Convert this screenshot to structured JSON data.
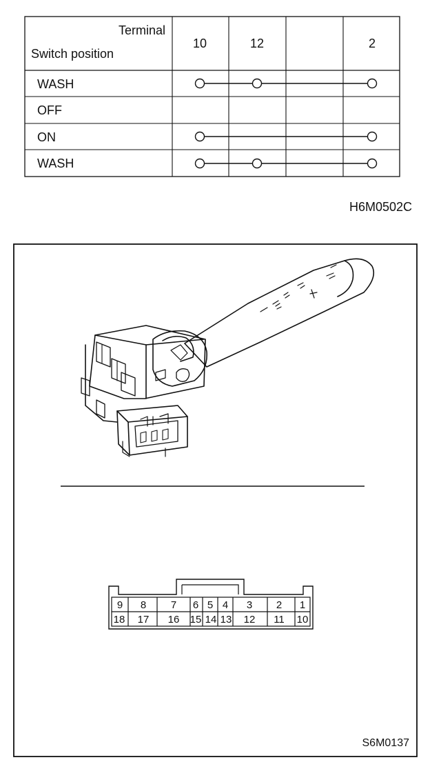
{
  "table": {
    "header_terminal": "Terminal",
    "header_switch_position": "Switch position",
    "columns": [
      "10",
      "12",
      "",
      "2"
    ],
    "rows": [
      {
        "label": "WASH",
        "connections": [
          [
            "10",
            "12",
            "2"
          ]
        ]
      },
      {
        "label": "OFF",
        "connections": []
      },
      {
        "label": "ON",
        "connections": [
          [
            "10",
            "2"
          ]
        ]
      },
      {
        "label": "WASH",
        "connections": [
          [
            "10",
            "12",
            "2"
          ]
        ]
      }
    ]
  },
  "table_code": "H6M0502C",
  "figure_code": "S6M0137",
  "connector": {
    "top_row": [
      "9",
      "8",
      "7",
      "6",
      "5",
      "4",
      "3",
      "2",
      "1"
    ],
    "bottom_row": [
      "18",
      "17",
      "16",
      "15",
      "14",
      "13",
      "12",
      "11",
      "10"
    ]
  }
}
